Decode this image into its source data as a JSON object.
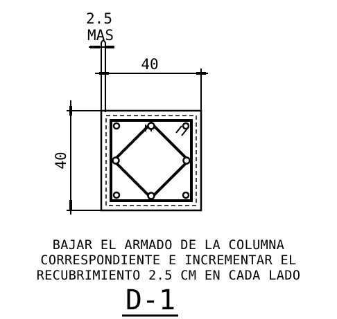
{
  "cover_dimension": {
    "value": "2.5",
    "label": "MAS"
  },
  "width_dimension": "40",
  "height_dimension": "40",
  "note_lines": [
    "BAJAR EL ARMADO DE LA COLUMNA",
    "CORRESPONDIENTE E INCREMENTAR EL",
    "RECUBRIMIENTO 2.5 CM EN CADA LADO"
  ],
  "detail_title": "D-1"
}
